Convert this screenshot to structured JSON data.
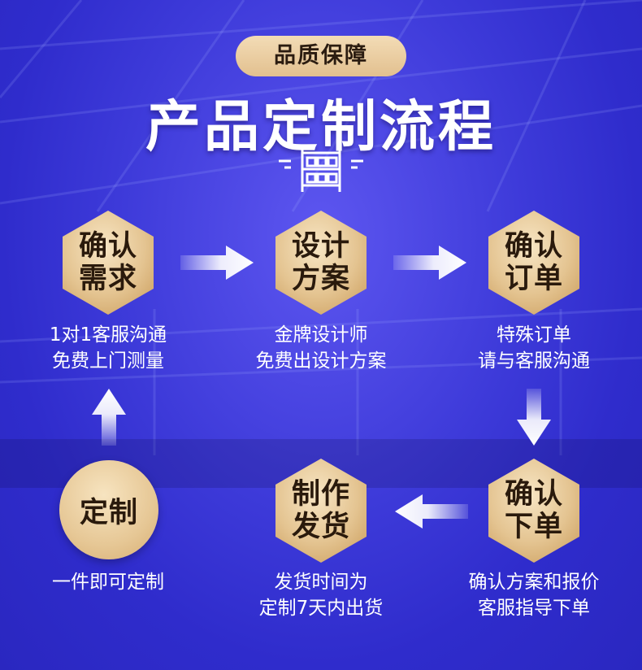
{
  "badge": "品质保障",
  "title": "产品定制流程",
  "steps": [
    {
      "label": "确认\n需求",
      "desc": "1对1客服沟通\n免费上门测量"
    },
    {
      "label": "设计\n方案",
      "desc": "金牌设计师\n免费出设计方案"
    },
    {
      "label": "确认\n订单",
      "desc": "特殊订单\n请与客服沟通"
    },
    {
      "label": "确认\n下单",
      "desc": "确认方案和报价\n客服指导下单"
    },
    {
      "label": "制作\n发货",
      "desc": "发货时间为\n定制7天内出货"
    },
    {
      "label": "定制",
      "desc": "一件即可定制"
    }
  ],
  "colors": {
    "background": "#3d3ad9",
    "gold_light": "#f5e2bf",
    "gold_dark": "#d9b47c",
    "text_dark": "#2a1a0c",
    "arrow": "#ffffff"
  },
  "icons": [
    "shelf-icon",
    "arrow-right-icon",
    "arrow-down-icon",
    "arrow-left-icon",
    "arrow-up-icon"
  ]
}
